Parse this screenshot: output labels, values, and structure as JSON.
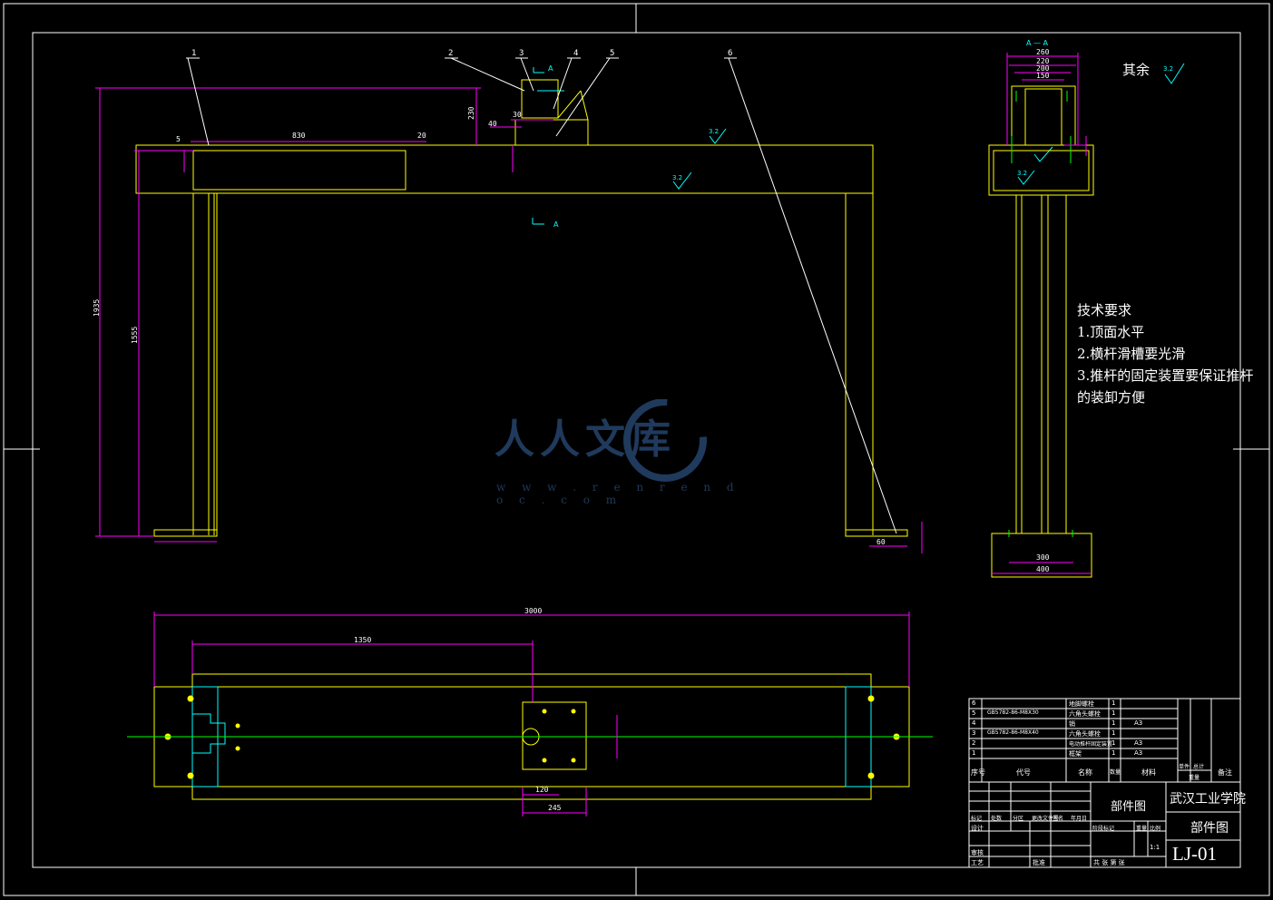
{
  "drawing": {
    "view_label": "A — A",
    "section_marker": "A",
    "surface_rest_label": "其余",
    "roughness_value": "3.2",
    "tech_title": "技术要求",
    "tech_items": [
      "1.顶面水平",
      "2.横杆滑槽要光滑",
      "3.推杆的固定装置要保证推杆",
      "的装卸方便"
    ],
    "part_callouts": [
      "1",
      "2",
      "3",
      "4",
      "5",
      "6"
    ],
    "dimensions": {
      "d_830": "830",
      "d_230": "230",
      "d_40": "40",
      "d_30": "30",
      "d_20": "20",
      "d_5": "5",
      "d_1935": "1935",
      "d_1555": "1555",
      "d_60": "60",
      "d_260": "260",
      "d_220": "220",
      "d_200": "200",
      "d_150": "150",
      "d_300": "300",
      "d_400": "400",
      "d_1350": "1350",
      "d_total": "3000",
      "d_120": "120",
      "d_245": "245"
    }
  },
  "watermark": {
    "text": "人人文库",
    "url": "w w w . r e n r e n d o c . c o m"
  },
  "title_block": {
    "school": "武汉工业学院",
    "drawing_type": "部件图",
    "drawing_name": "部件图",
    "drawing_number": "LJ-01",
    "scale": "1:1",
    "headers": [
      "序号",
      "代号",
      "名称",
      "数量",
      "材料",
      "单件",
      "总计",
      "备注"
    ],
    "weight_header": "重量",
    "rows": [
      {
        "no": "6",
        "code": "",
        "name": "地脚螺栓",
        "qty": "1",
        "material": ""
      },
      {
        "no": "5",
        "code": "GB5782-86-M8X30",
        "name": "六角头螺栓",
        "qty": "1",
        "material": ""
      },
      {
        "no": "4",
        "code": "",
        "name": "销",
        "qty": "1",
        "material": "A3"
      },
      {
        "no": "3",
        "code": "GB5782-86-M8X40",
        "name": "六角头螺栓",
        "qty": "1",
        "material": ""
      },
      {
        "no": "2",
        "code": "",
        "name": "电动推杆固定装置",
        "qty": "1",
        "material": "A3"
      },
      {
        "no": "1",
        "code": "",
        "name": "框架",
        "qty": "1",
        "material": "A3"
      }
    ],
    "sign_labels": [
      "标记",
      "处数",
      "分区",
      "更改文件号",
      "签名",
      "年月日"
    ],
    "design_labels": [
      "设计",
      "审核",
      "工艺",
      "批准"
    ],
    "stage_labels": [
      "阶段标记",
      "重量",
      "比例"
    ],
    "sheet_text": "共 张 第 张"
  }
}
